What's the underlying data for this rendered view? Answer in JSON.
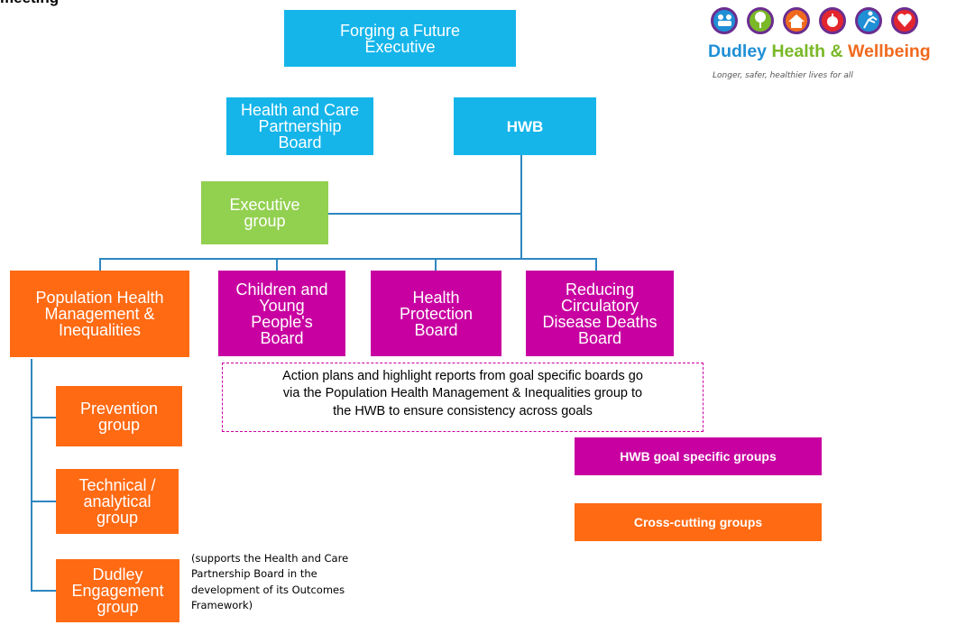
{
  "heading": "meeting",
  "logo": {
    "word1": "Dudley",
    "word2": "Health &",
    "word3": "Wellbeing",
    "tagline": "Longer, safer, healthier lives for all",
    "colors": {
      "blue": "#1f8fd6",
      "green": "#7ab828",
      "orange": "#f06a1e",
      "red": "#e3262d",
      "ring": "#6b2d8f"
    },
    "icons": [
      "people-icon",
      "tree-icon",
      "house-icon",
      "apple-icon",
      "runner-icon",
      "heart-icon"
    ]
  },
  "colors": {
    "blue": "#15b5ea",
    "green": "#92d050",
    "orange": "#ff6a13",
    "magenta": "#c800a1",
    "connector": "#2e86c1"
  },
  "nodes": {
    "forging": "Forging a Future\nExecutive",
    "hcpb": "Health and Care\nPartnership\nBoard",
    "hwb": "HWB",
    "exec": "Executive\ngroup",
    "phm": "Population Health\nManagement &\nInequalities",
    "cyp": "Children and\nYoung\nPeople's\nBoard",
    "hp": "Health\nProtection\nBoard",
    "rcdd": "Reducing\nCirculatory\nDisease Deaths\nBoard",
    "prevention": "Prevention\ngroup",
    "technical": "Technical /\nanalytical\ngroup",
    "engagement": "Dudley\nEngagement\ngroup"
  },
  "note": "Action plans and highlight reports from goal specific boards go\nvia the Population Health Management & Inequalities group to\nthe HWB to ensure consistency across goals",
  "supports_note": "(supports the Health and Care\nPartnership Board in the\ndevelopment of its Outcomes\nFramework)",
  "legend": {
    "goal_specific": "HWB goal specific groups",
    "cross_cutting": "Cross-cutting groups"
  }
}
